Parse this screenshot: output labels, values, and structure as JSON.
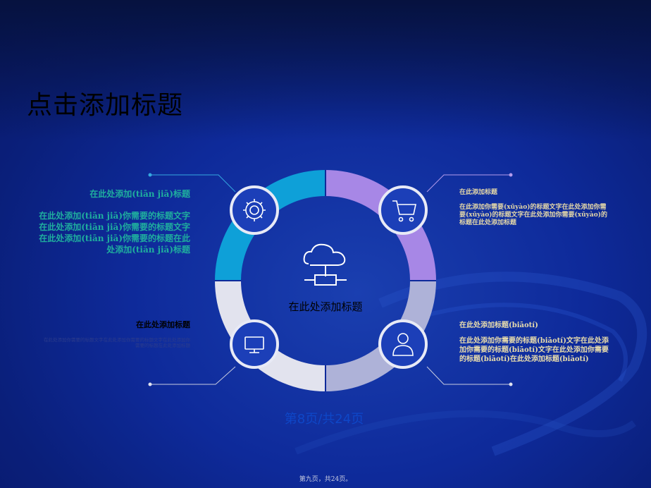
{
  "slide": {
    "title": "点击添加标题",
    "center_label": "在此处添加标题",
    "page_number": "第8页/共24页",
    "footer": "第九页，共24页。"
  },
  "blocks": {
    "top_left": {
      "title": "在此处添加(tiān jiā)标题",
      "body": "在此处添加(tiān jiā)你需要的标题文字在此处添加(tiān jiā)你需要的标题文字在此处添加(tiān jiā)你需要的标题在此处添加(tiān jiā)标题"
    },
    "top_right": {
      "title": "在此添加标题",
      "body": "在此添加你需要(xūyào)的标题文字在此处添加你需要(xūyào)的标题文字在此处添加你需要(xūyào)的标题在此处添加标题"
    },
    "bottom_left": {
      "title": "在此处添加标题",
      "body": "在此处添加你需要的标题文字在此处添加你需要的标题文字在此处添加你需要的标题在此处添加标题"
    },
    "bottom_right": {
      "title": "在此处添加标题(biāotí)",
      "body": "在此处添加你需要的标题(biāotí)文字在此处添加你需要的标题(biāotí)文字在此处添加你需要的标题(biāotí)在此处添加标题(biāotí)"
    }
  },
  "icons": {
    "top_left": "gear-icon",
    "top_right": "shopping-cart-icon",
    "bottom_left": "monitor-icon",
    "bottom_right": "user-icon",
    "center": "cloud-network-icon"
  },
  "colors": {
    "teal": "#0ea0d8",
    "purple": "#a787e6",
    "lavender": "#aeb2d8",
    "light_gray": "#e2e3ee",
    "icon_circle": "#1c3fb8"
  }
}
